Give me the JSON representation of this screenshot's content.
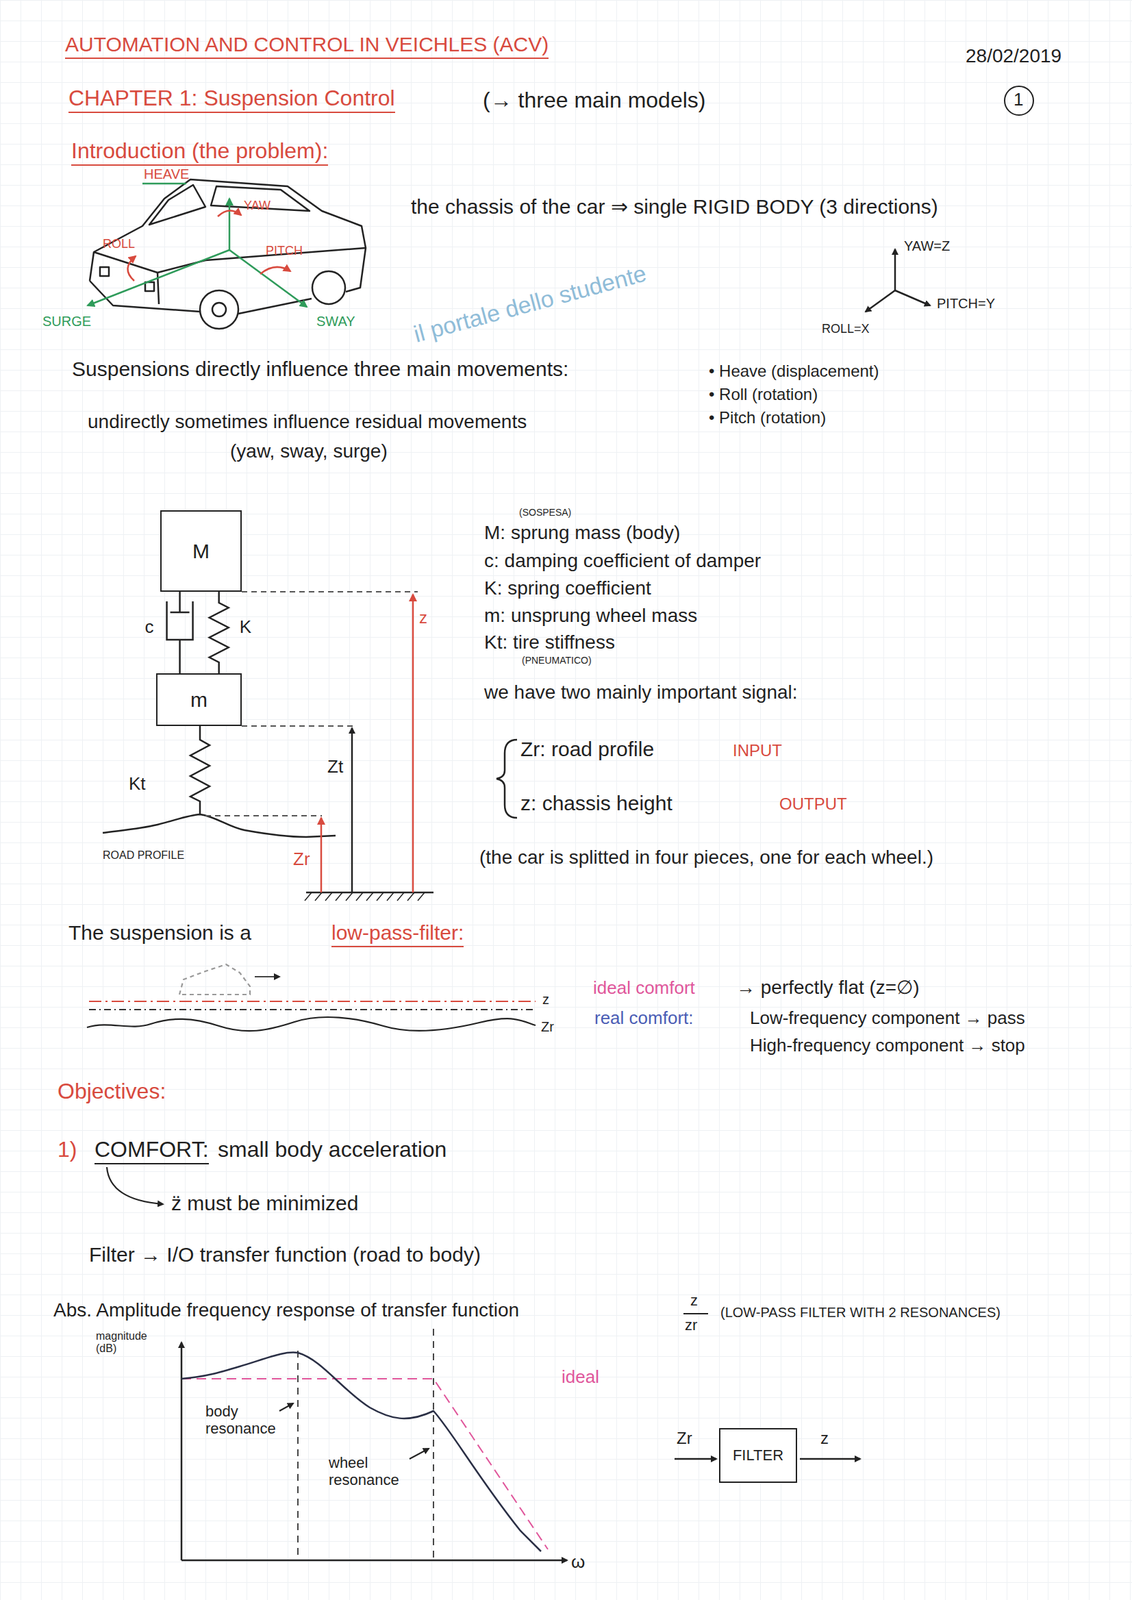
{
  "diagram": {
    "title": "AUTOMATION AND CONTROL IN VEICHLES (ACV)",
    "nodes": [
      {
        "text": [
          "M"
        ]
      },
      {
        "text": [
          "m"
        ]
      },
      {
        "text": [
          "FILTER"
        ]
      }
    ],
    "edges": [
      {
        "from": 0,
        "to": 1,
        "label": "c",
        "arrow": "none"
      },
      {
        "from": 0,
        "to": 1,
        "label": "K",
        "arrow": "none"
      }
    ],
    "labels": [
      "28/02/2019",
      "CHAPTER 1: Suspension Control",
      "(→ three main models)",
      "1",
      "Introduction (the problem):",
      "HEAVE",
      "YAW",
      "PITCH",
      "ROLL",
      "SURGE",
      "SWAY",
      "il portale dello studente",
      "the chassis of the car ⇒ single RIGID BODY (3 directions)",
      "YAW=Z",
      "PITCH=Y",
      "ROLL=X",
      "Suspensions directly influence three main movements:",
      "• Heave (displacement)",
      "• Roll (rotation)",
      "• Pitch (rotation)",
      "undirectly sometimes influence residual movements",
      "(yaw, sway, surge)",
      "(SOSPESA)",
      "M: sprung mass (body)",
      "c: damping coefficient of damper",
      "K: spring coefficient",
      "m: unsprung wheel mass",
      "Kt: tire stiffness",
      "(PNEUMATICO)",
      "we have two mainly important signal:",
      "Zr: road profile",
      "INPUT",
      "z: chassis height",
      "OUTPUT",
      "(the car is splitted in four pieces, one for each wheel.)",
      "z",
      "Zt",
      "Kt",
      "ROAD PROFILE",
      "Zr",
      "The suspension is a",
      "low-pass-filter:",
      "z",
      "Zr",
      "ideal comfort",
      "→ perfectly flat (z=∅)",
      "real comfort:",
      "Low-frequency component → pass",
      "High-frequency component → stop",
      "Objectives:",
      "1)",
      "COMFORT:",
      "small body acceleration",
      "z̈ must be minimized",
      "Filter → I/O transfer function (road to body)",
      "Abs. Amplitude frequency response of transfer function",
      "z",
      "zr",
      "(LOW-PASS FILTER WITH 2 RESONANCES)",
      "magnitude (dB)",
      "ideal",
      "body resonance",
      "wheel resonance",
      "ω",
      "Zr",
      "z"
    ]
  }
}
